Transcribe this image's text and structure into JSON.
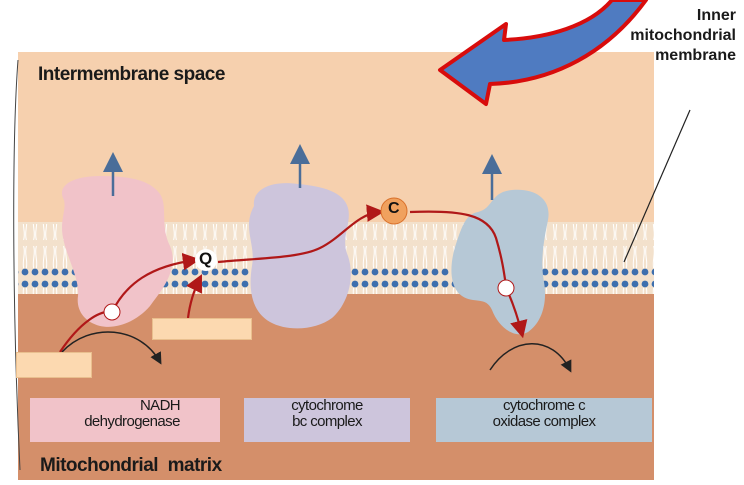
{
  "labels": {
    "intermembrane_space": "Intermembrane space",
    "mitochondrial_matrix": "Mitochondrial  matrix",
    "inner_membrane": [
      "Inner",
      "mitochondrial",
      "membrane"
    ]
  },
  "carriers": {
    "ubiquinone": "Q",
    "cytochrome_c": "C"
  },
  "complexes": [
    {
      "line1": "NADH",
      "line2": "dehydrogenase",
      "color": "#f1c3c9"
    },
    {
      "line1": "cytochrome",
      "line2": "bc complex",
      "color": "#cdc5dc"
    },
    {
      "line1": "cytochrome c",
      "line2": "oxidase complex",
      "color": "#b6c8d6"
    }
  ],
  "colors": {
    "intermembrane": "#f6d0ae",
    "matrix": "#d48f6a",
    "electron_path": "#b01818",
    "proton_arrow": "#4a6d99",
    "big_arrow_fill": "#4f7bc1",
    "big_arrow_outline": "#d80c0c",
    "carrier_c": "#f0a15e"
  }
}
